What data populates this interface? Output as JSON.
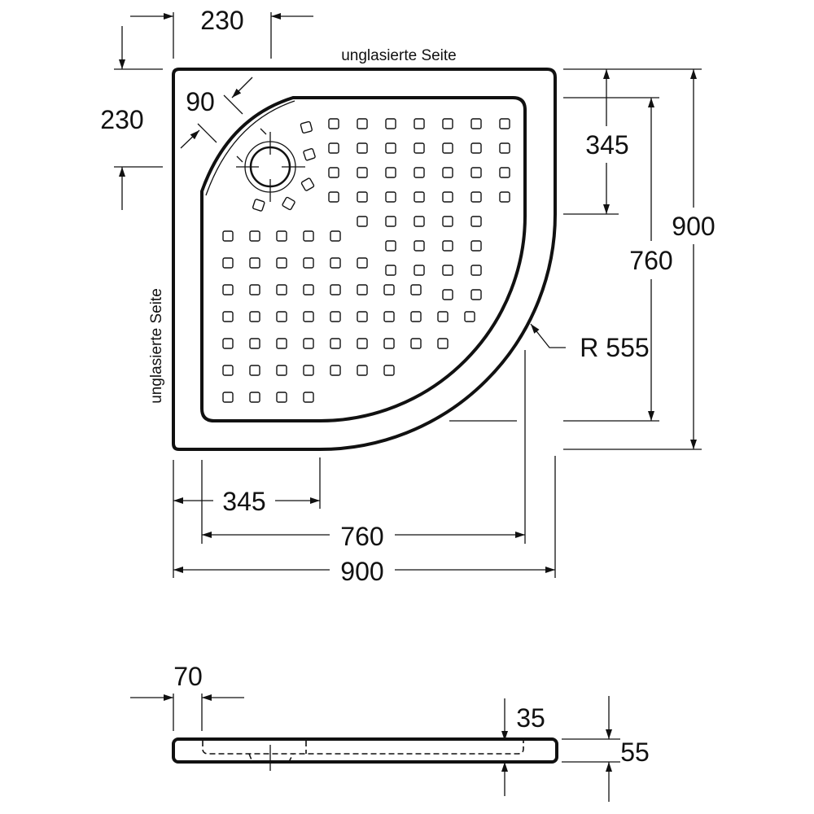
{
  "labels": {
    "unglazed_top": "unglasierte Seite",
    "unglazed_left": "unglasierte Seite"
  },
  "dimensions": {
    "top_offset": "230",
    "left_offset": "230",
    "drain_rim": "90",
    "right_345": "345",
    "right_760": "760",
    "right_900": "900",
    "radius": "R 555",
    "bottom_345": "345",
    "bottom_760": "760",
    "bottom_900": "900",
    "side_70": "70",
    "side_35": "35",
    "side_55": "55"
  },
  "colors": {
    "line": "#111111",
    "background": "#ffffff"
  }
}
